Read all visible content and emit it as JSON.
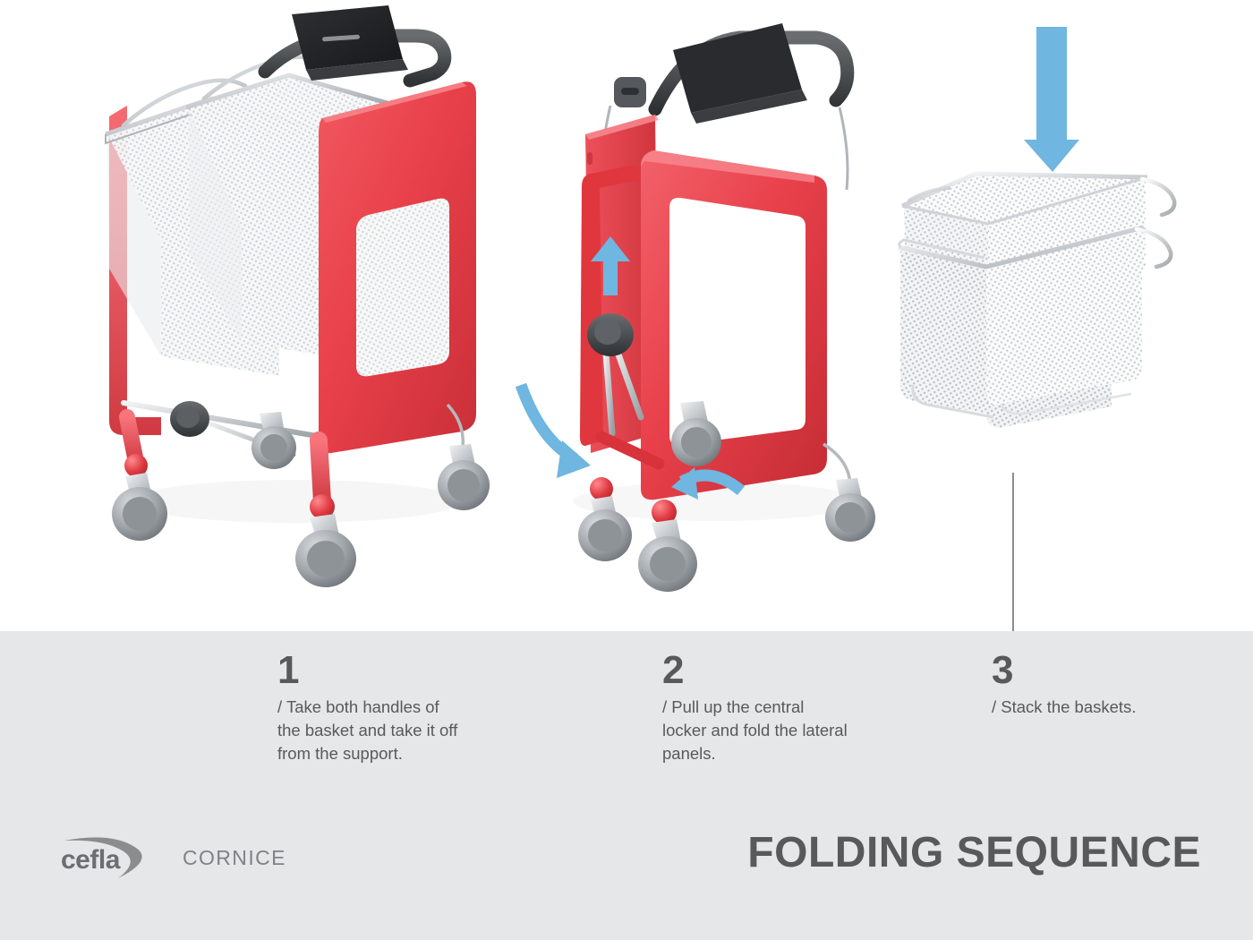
{
  "document": {
    "title": "FOLDING SEQUENCE",
    "background_color": "#ffffff",
    "band_color": "#e6e7e8"
  },
  "brand": {
    "name": "cefla",
    "product_line": "CORNICE",
    "logo_color": "#6d6e71"
  },
  "palette": {
    "frame_red": "#e8404a",
    "arrow_blue": "#6fb6e0",
    "mesh_white": "#f2f3f4",
    "metal_grey": "#b8bcc0",
    "dark_grey": "#4a4d50",
    "text_grey": "#58595b"
  },
  "steps": [
    {
      "number": "1",
      "slash": "/",
      "text": "Take both handles of\nthe basket and take it off\nfrom the support.",
      "art_name": "trolley-with-two-baskets",
      "arrows": []
    },
    {
      "number": "2",
      "slash": "/",
      "text": "Pull up the central\nlocker and fold the lateral\npanels.",
      "art_name": "trolley-frame-folding",
      "arrows": [
        "up-arrow-central-locker",
        "curved-arrow-left-panel",
        "curved-arrow-right-panel"
      ]
    },
    {
      "number": "3",
      "slash": "/",
      "text": "Stack the baskets.",
      "art_name": "stacked-mesh-baskets",
      "arrows": [
        "down-arrow-stacking"
      ]
    }
  ]
}
